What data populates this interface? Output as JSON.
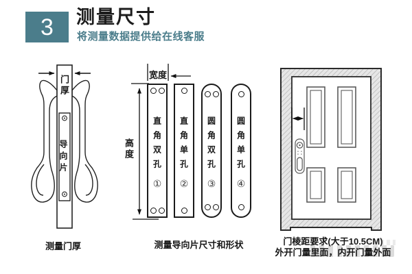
{
  "colors": {
    "accent": "#4b7d8b",
    "ink": "#1a1a1a"
  },
  "header": {
    "step_number": "3",
    "title": "测量尺寸",
    "subtitle": "将测量数据提供给在线客服"
  },
  "lock_section": {
    "door_thickness_label": "门厚",
    "guide_plate_label": "导向片",
    "caption": "测量门厚"
  },
  "plates_section": {
    "width_label": "宽度",
    "height_label": "高度",
    "caption": "测量导向片尺寸和形状",
    "items": [
      {
        "label": "直角双孔",
        "number": "①",
        "shape": "square-corner",
        "holes": "double"
      },
      {
        "label": "直角单孔",
        "number": "②",
        "shape": "square-corner",
        "holes": "single"
      },
      {
        "label": "圆角双孔",
        "number": "③",
        "shape": "round-corner",
        "holes": "double"
      },
      {
        "label": "圆角单孔",
        "number": "④",
        "shape": "round-corner",
        "holes": "single"
      }
    ]
  },
  "door_section": {
    "caption_line1": "门棱距要求(大于10.5CM)",
    "caption_line2": "外开门量里面，内开门量外面"
  }
}
